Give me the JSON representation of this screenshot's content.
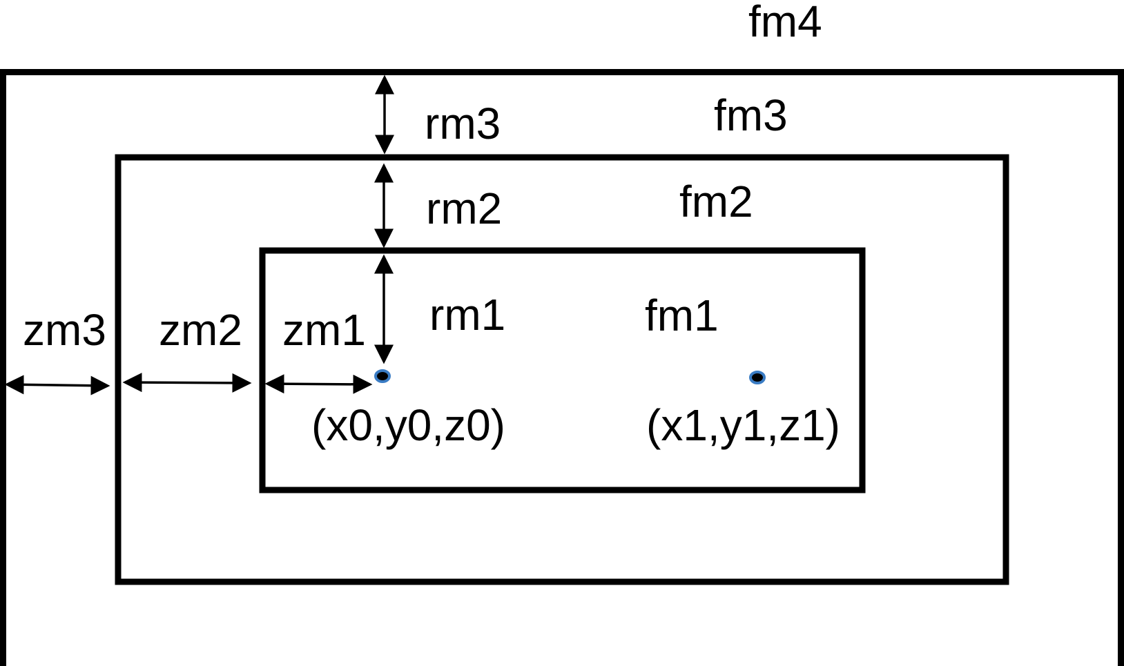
{
  "frames": {
    "fm4": "fm4",
    "fm3": "fm3",
    "fm2": "fm2",
    "fm1": "fm1"
  },
  "row_margins": {
    "rm3": "rm3",
    "rm2": "rm2",
    "rm1": "rm1"
  },
  "z_margins": {
    "zm3": "zm3",
    "zm2": "zm2",
    "zm1": "zm1"
  },
  "points": {
    "p0": "(x0,y0,z0)",
    "p1": "(x1,y1,z1)"
  },
  "colors": {
    "point_fill": "#000000",
    "point_ring": "#3a7cc4"
  }
}
